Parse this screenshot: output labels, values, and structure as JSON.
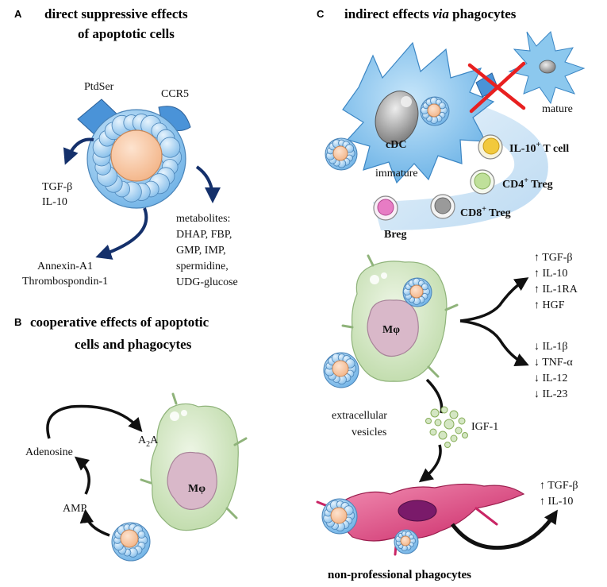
{
  "panel_a": {
    "letter": "A",
    "title_line1": "direct suppressive effects",
    "title_line2": "of apoptotic cells",
    "ptdser": "PtdSer",
    "ccr5": "CCR5",
    "tgfb": "TGF-β",
    "il10": "IL-10",
    "annexin": "Annexin-A1",
    "thrombospondin": "Thrombospondin-1",
    "metabolites": [
      "metabolites:",
      "DHAP, FBP,",
      "GMP, IMP,",
      "spermidine,",
      "UDG-glucose"
    ]
  },
  "panel_b": {
    "letter": "B",
    "title_line1": "cooperative effects of apoptotic",
    "title_line2": "cells and phagocytes",
    "a2a_main": "A",
    "a2a_sub": "2",
    "a2a_end": "A",
    "adenosine": "Adenosine",
    "amp": "AMP",
    "macrophage": "Mφ"
  },
  "panel_c": {
    "letter": "C",
    "title_prefix": "indirect effects ",
    "title_italic": "via",
    "title_suffix": " phagocytes",
    "mature": "mature",
    "immature": "immature",
    "cdc": "cDC",
    "il10_tcell_pre": "IL-10",
    "il10_tcell_sup": "+",
    "il10_tcell_post": " T cell",
    "cd4_pre": "CD4",
    "cd4_sup": "+",
    "cd4_post": " Treg",
    "cd8_pre": "CD8",
    "cd8_sup": "+",
    "cd8_post": " Treg",
    "breg": "Breg",
    "macrophage": "Mφ",
    "up_list": [
      "↑ TGF-β",
      "↑ IL-10",
      "↑ IL-1RA",
      "↑ HGF"
    ],
    "down_list": [
      "↓ IL-1β",
      "↓ TNF-α",
      "↓ IL-12",
      "↓ IL-23"
    ],
    "ev_line1": "extracellular",
    "ev_line2": "vesicles",
    "igf1": "IGF-1",
    "np_up_list": [
      "↑ TGF-β",
      "↑ IL-10"
    ],
    "np_label": "non-professional phagocytes"
  },
  "colors": {
    "apoptotic_blue": "#8ec3ec",
    "apoptotic_nucleus": "#f7c39c",
    "macrophage_green": "#d4e6c3",
    "macrophage_nucleus": "#d9b8c9",
    "dc_blue": "#8cc8ee",
    "arrow_navy": "#14306b",
    "fibroblast_pink": "#d63c78",
    "cross_red": "#e82020"
  }
}
